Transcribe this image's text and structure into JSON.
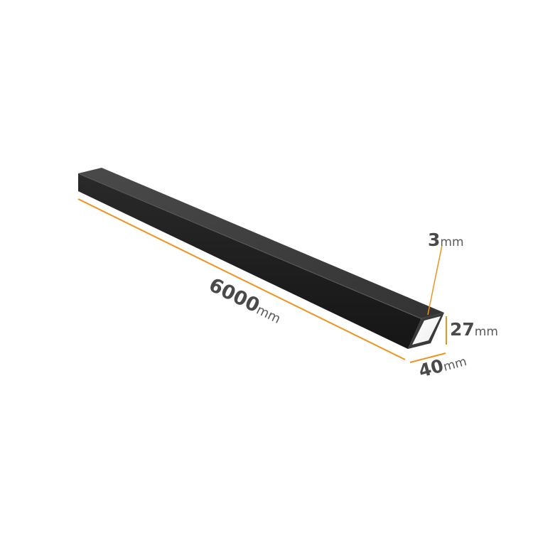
{
  "dimensions": {
    "length": {
      "value": "6000",
      "unit": "mm"
    },
    "height": {
      "value": "27",
      "unit": "mm"
    },
    "width": {
      "value": "40",
      "unit": "mm"
    },
    "wall_thickness": {
      "value": "3",
      "unit": "mm"
    }
  },
  "colors": {
    "dimension_line": "#f0931e",
    "steel": "#2b2b2b",
    "text": "#4a4a4a"
  }
}
